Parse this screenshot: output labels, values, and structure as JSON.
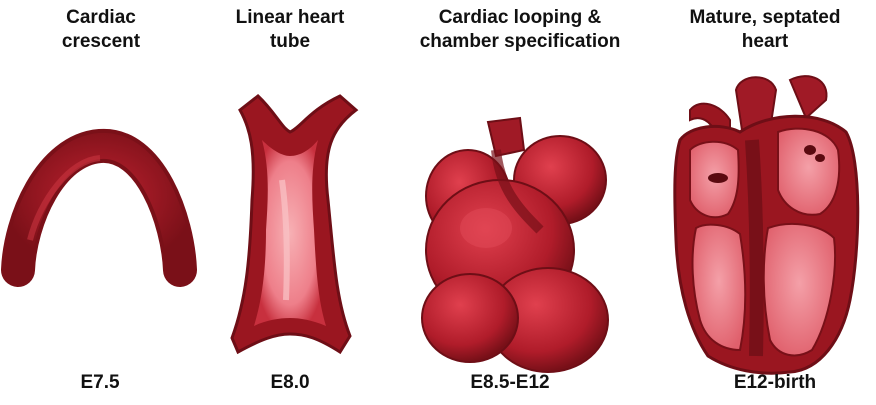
{
  "stages": [
    {
      "title": "Cardiac\ncrescent",
      "label": "E7.5"
    },
    {
      "title": "Linear heart\ntube",
      "label": "E8.0"
    },
    {
      "title": "Cardiac looping &\nchamber specification",
      "label": "E8.5-E12"
    },
    {
      "title": "Mature, septated\nheart",
      "label": "E12-birth"
    }
  ],
  "colors": {
    "dark_red": "#7a1018",
    "red": "#b8202e",
    "light_red": "#d83a48",
    "pink": "#ee7f8a",
    "light_pink": "#f6a8ae"
  }
}
